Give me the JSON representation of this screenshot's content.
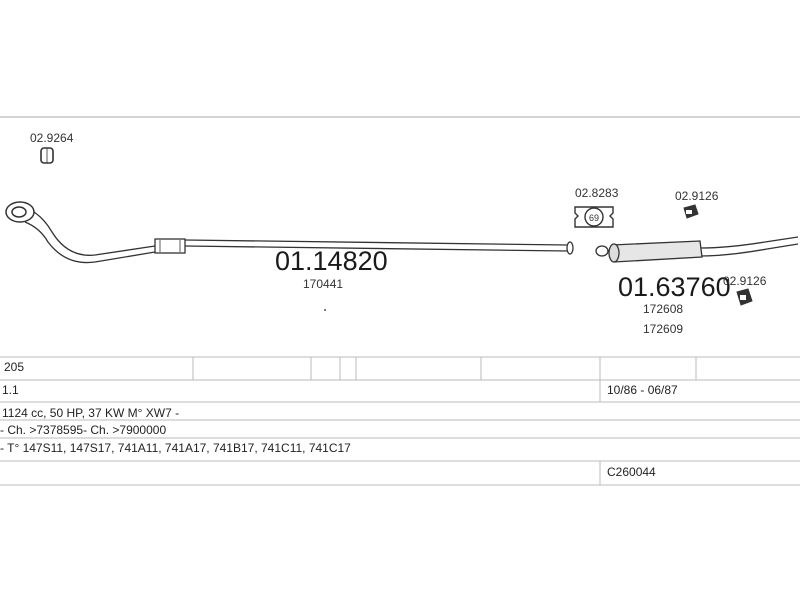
{
  "parts": {
    "front_clamp": {
      "code": "02.9264"
    },
    "front_pipe": {
      "code": "01.14820",
      "ref": "170441"
    },
    "gasket": {
      "code": "02.8283",
      "inner": "69"
    },
    "rubber_upper": {
      "code": "02.9126"
    },
    "rubber_lower": {
      "code": "02.9126"
    },
    "rear_silencer": {
      "code": "01.63760",
      "ref1": "172608",
      "ref2": "172609"
    }
  },
  "table": {
    "model": "205",
    "engine_size": "1.1",
    "dates": "10/86 - 06/87",
    "spec": "1124 cc, 50 HP, 37 KW M° XW7 -",
    "chassis": "- Ch. >7378595- Ch. >7900000",
    "types": "- T° 147S11, 147S17, 741A11, 741A17, 741B17, 741C11, 741C17",
    "code": "C260044"
  }
}
